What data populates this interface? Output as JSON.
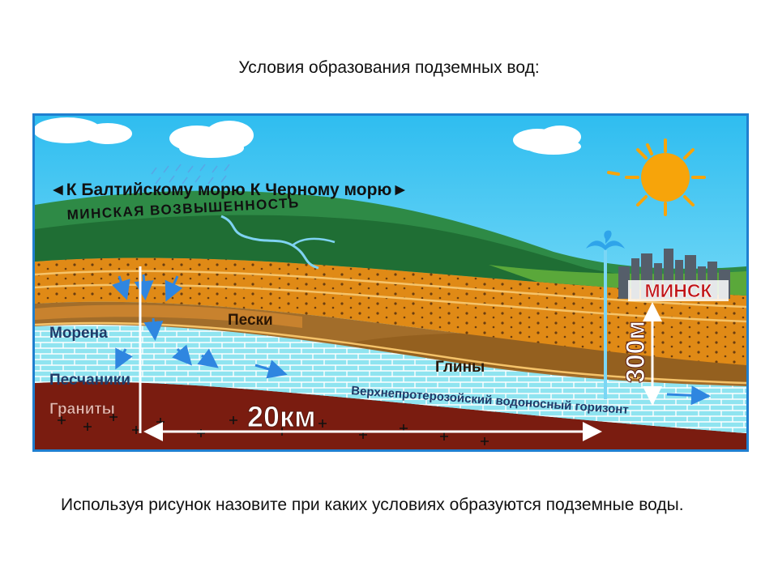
{
  "title": "Условия образования подземных вод:",
  "caption": "Используя рисунок назовите при каких условиях образуются подземные воды.",
  "diagram": {
    "directions": "◄К Балтийскому морю  К Черному морю►",
    "region": "МИНСКАЯ ВОЗВЫШЕННОСТЬ",
    "city": "МИНСК",
    "layers": {
      "sand": "Пески",
      "moraine": "Морена",
      "clay": "Глины",
      "sandstone": "Песчаники",
      "granite": "Граниты"
    },
    "aquifer": "Верхнепротерозойский водоносный горизонт",
    "distance": "20км",
    "depth": "300м"
  },
  "colors": {
    "frame": "#1f7fd0",
    "sky": "#5ad0f2",
    "hill": "#1f6e34",
    "sand": "#e08a16",
    "moraine": "#c8822e",
    "clay": "#a26d2a",
    "sandstone": "#8fe4f0",
    "granite": "#7a1c10",
    "sun": "#f7a40a",
    "water": "#1e90e6",
    "label_text": "#1f3a68"
  }
}
